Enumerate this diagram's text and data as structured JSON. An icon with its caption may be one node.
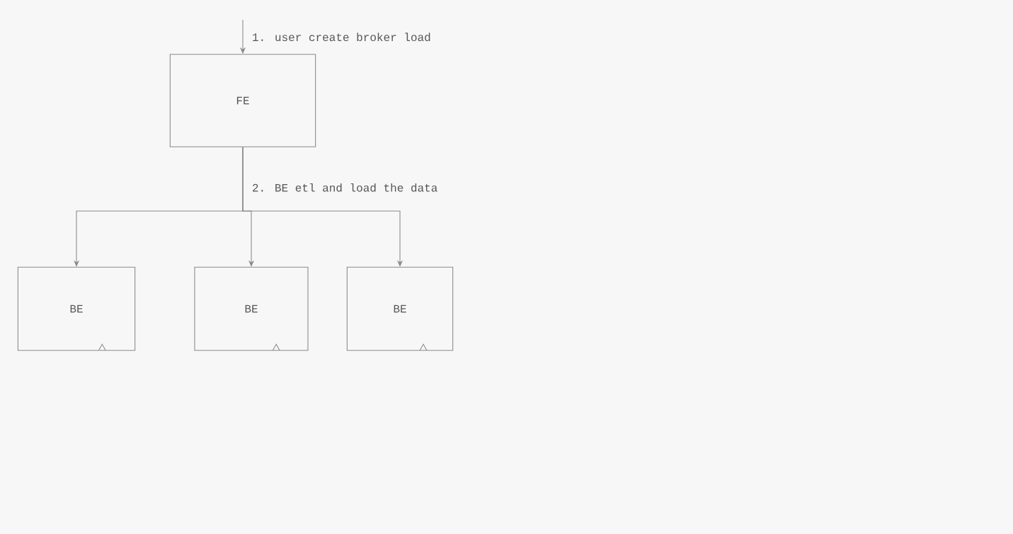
{
  "diagram": {
    "nodes": [
      {
        "text": [
          "FE"
        ]
      },
      {
        "text": [
          "BE"
        ]
      },
      {
        "text": [
          "BE"
        ]
      },
      {
        "text": [
          "BE"
        ]
      }
    ],
    "edges": [
      {
        "from": null,
        "to": 0,
        "arrow": "to",
        "label": "1. user create broker load"
      },
      {
        "from": 0,
        "to": 1,
        "arrow": "to"
      },
      {
        "from": 0,
        "to": 2,
        "arrow": "to",
        "label": "2. BE etl and load the data"
      },
      {
        "from": 0,
        "to": 3,
        "arrow": "to"
      }
    ]
  }
}
